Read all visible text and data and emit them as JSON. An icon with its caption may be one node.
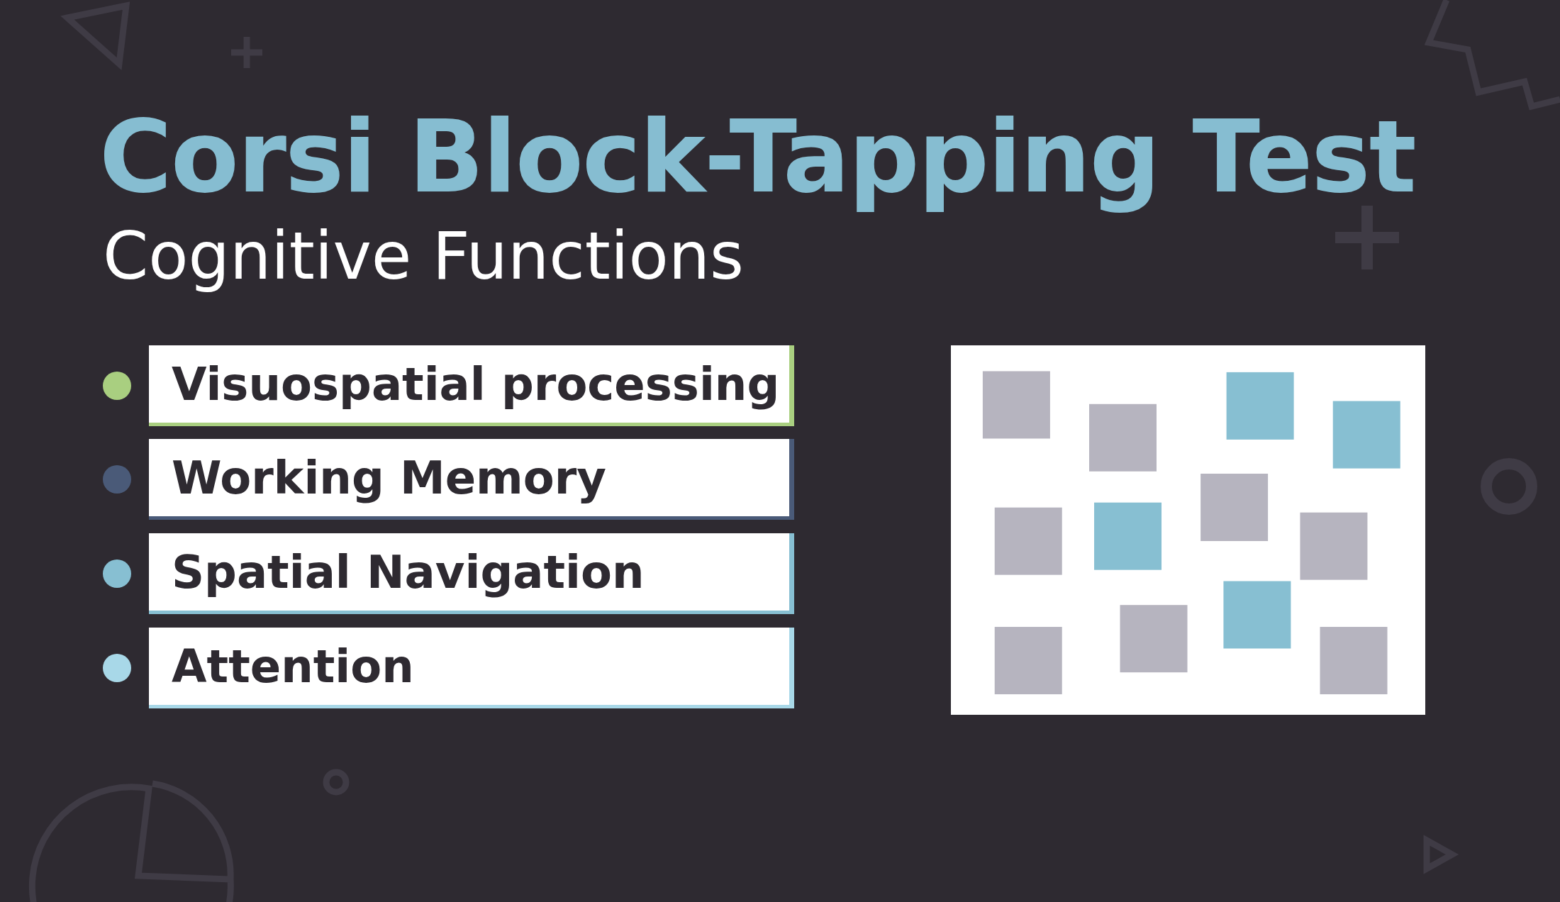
{
  "diagram": {
    "title": "Corsi Block-Tapping Test",
    "nodes": [
      {
        "text": [
          "Visuospatial processing"
        ]
      },
      {
        "text": [
          "Working Memory"
        ]
      },
      {
        "text": [
          "Spatial Navigation"
        ]
      },
      {
        "text": [
          "Attention"
        ]
      }
    ],
    "labels": [
      "Cognitive Functions"
    ]
  }
}
